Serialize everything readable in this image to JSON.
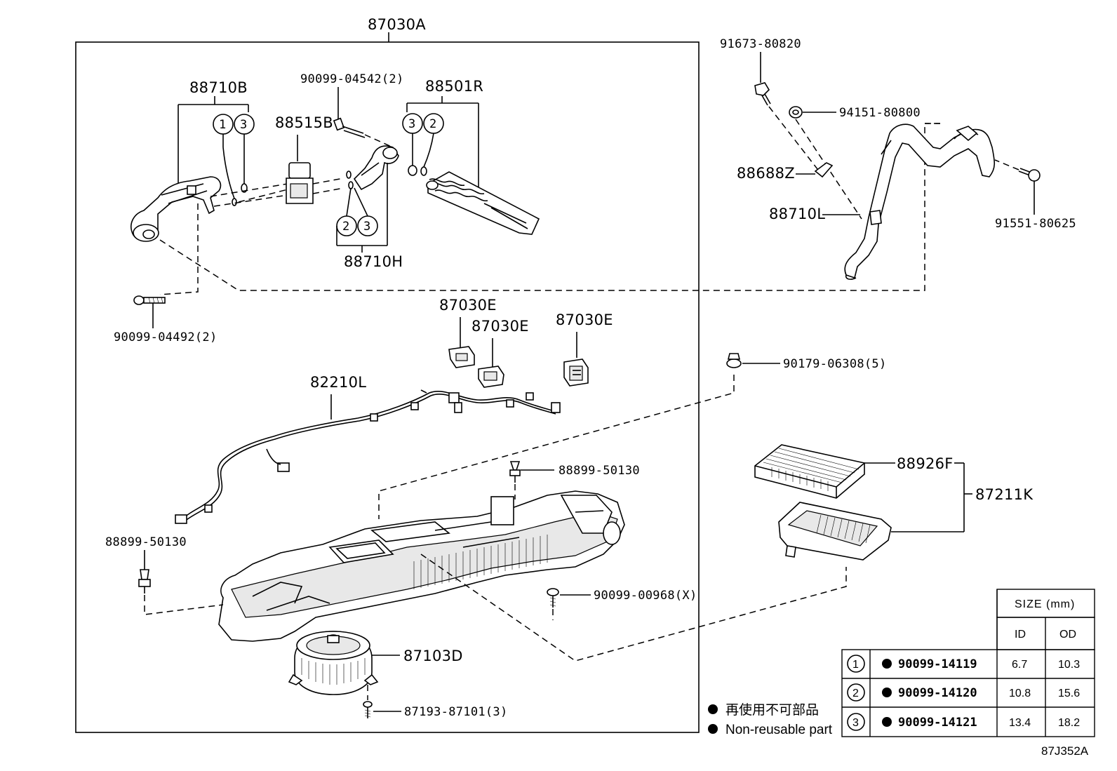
{
  "parts": {
    "p87030A": "87030A",
    "p88710B": "88710B",
    "p90099_04542": "90099-04542(2)",
    "p88501R": "88501R",
    "p88515B": "88515B",
    "p88710H": "88710H",
    "p90099_04492": "90099-04492(2)",
    "p87030E_1": "87030E",
    "p87030E_2": "87030E",
    "p87030E_3": "87030E",
    "p82210L": "82210L",
    "p88899_50130_r": "88899-50130",
    "p88899_50130_l": "88899-50130",
    "p90099_00968": "90099-00968(X)",
    "p87103D": "87103D",
    "p87193_87101": "87193-87101(3)",
    "p91673_80820": "91673-80820",
    "p94151_80800": "94151-80800",
    "p88688Z": "88688Z",
    "p88710L": "88710L",
    "p91551_80625": "91551-80625",
    "p90179_06308": "90179-06308(5)",
    "p88926F": "88926F",
    "p87211K": "87211K"
  },
  "ref_markers": {
    "b_one": "1",
    "b_three": "3",
    "r_three": "3",
    "r_two": "2",
    "h_two": "2",
    "h_three": "3"
  },
  "legend": {
    "jp": "再使用不可部品",
    "en": "Non-reusable part"
  },
  "size_table": {
    "header": "SIZE (mm)",
    "col_id": "ID",
    "col_od": "OD",
    "rows": [
      {
        "ref": "1",
        "part": "90099-14119",
        "id": "6.7",
        "od": "10.3"
      },
      {
        "ref": "2",
        "part": "90099-14120",
        "id": "10.8",
        "od": "15.6"
      },
      {
        "ref": "3",
        "part": "90099-14121",
        "id": "13.4",
        "od": "18.2"
      }
    ]
  },
  "figure_id": "87J352A"
}
